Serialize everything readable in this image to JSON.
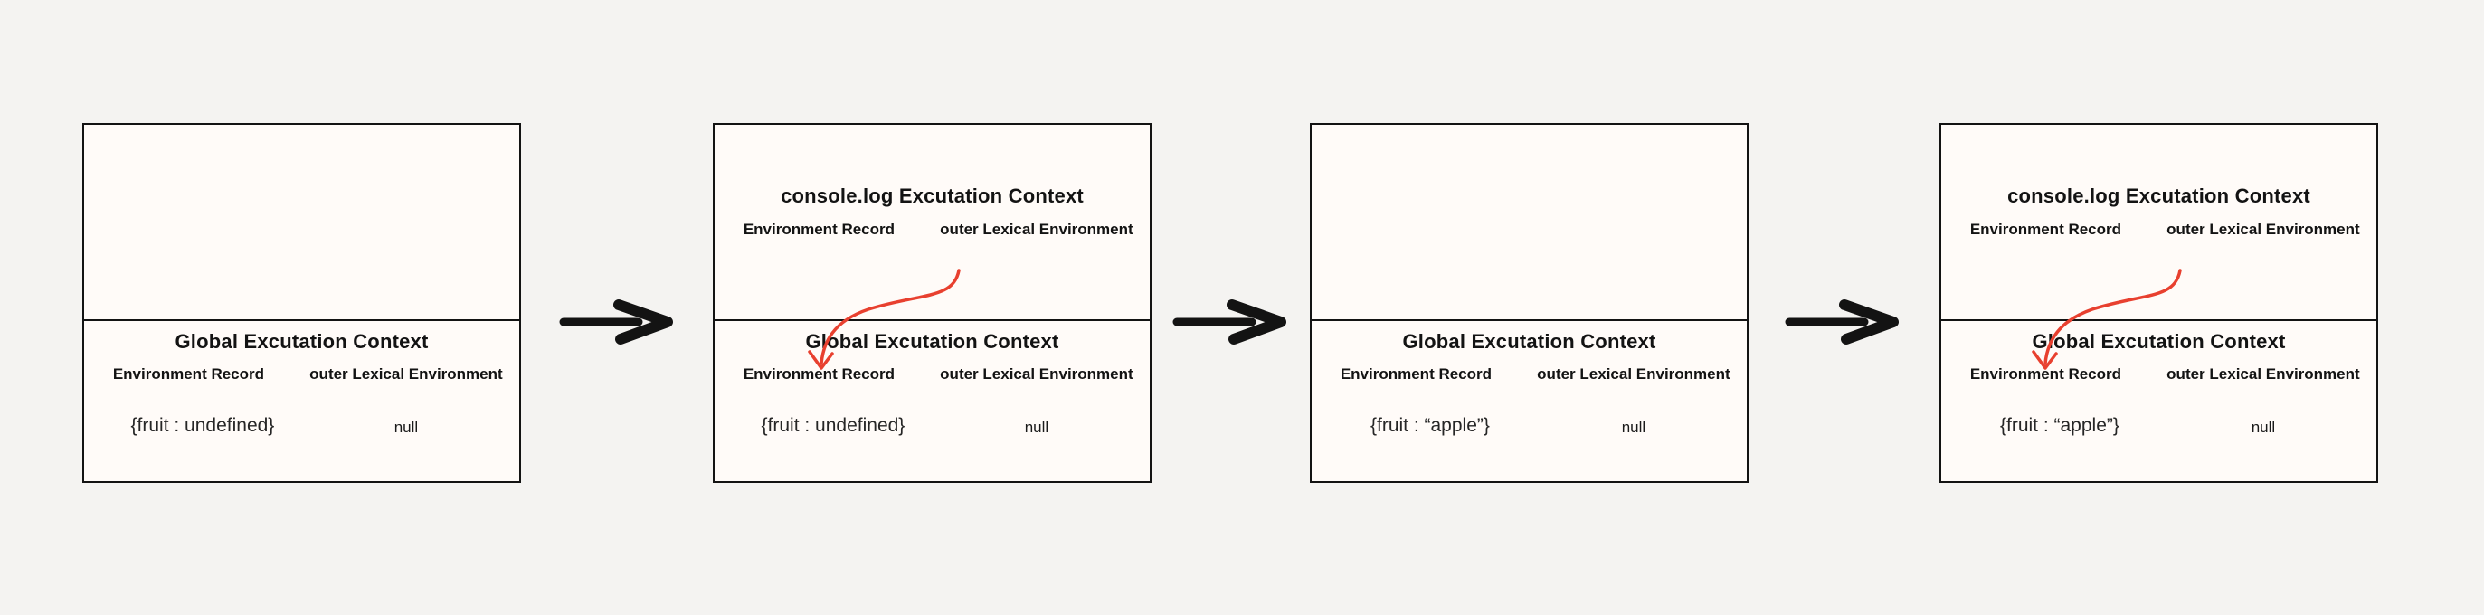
{
  "diagram": {
    "title_semantic": "JavaScript execution context flow (4 steps)",
    "colors": {
      "canvas_bg": "#f4f3f1",
      "panel_fill": "#fffbf8",
      "ink": "#131313",
      "reference_arrow_red": "#e8402f"
    }
  },
  "panels": [
    {
      "step": 1,
      "top": null,
      "bottom": {
        "title": "Global Excutation Context",
        "left_header": "Environment Record",
        "right_header": "outer Lexical Environment",
        "left_value": "{fruit : undefined}",
        "right_value": "null"
      },
      "has_red_reference_arrow": false
    },
    {
      "step": 2,
      "top": {
        "title": "console.log Excutation Context",
        "left_header": "Environment Record",
        "right_header": "outer Lexical Environment"
      },
      "bottom": {
        "title": "Global Excutation Context",
        "left_header": "Environment Record",
        "right_header": "outer Lexical Environment",
        "left_value": "{fruit : undefined}",
        "right_value": "null"
      },
      "has_red_reference_arrow": true
    },
    {
      "step": 3,
      "top": null,
      "bottom": {
        "title": "Global Excutation Context",
        "left_header": "Environment Record",
        "right_header": "outer Lexical Environment",
        "left_value": "{fruit : “apple”}",
        "right_value": "null"
      },
      "has_red_reference_arrow": false
    },
    {
      "step": 4,
      "top": {
        "title": "console.log Excutation Context",
        "left_header": "Environment Record",
        "right_header": "outer Lexical Environment"
      },
      "bottom": {
        "title": "Global Excutation Context",
        "left_header": "Environment Record",
        "right_header": "outer Lexical Environment",
        "left_value": "{fruit : “apple”}",
        "right_value": "null"
      },
      "has_red_reference_arrow": true
    }
  ]
}
